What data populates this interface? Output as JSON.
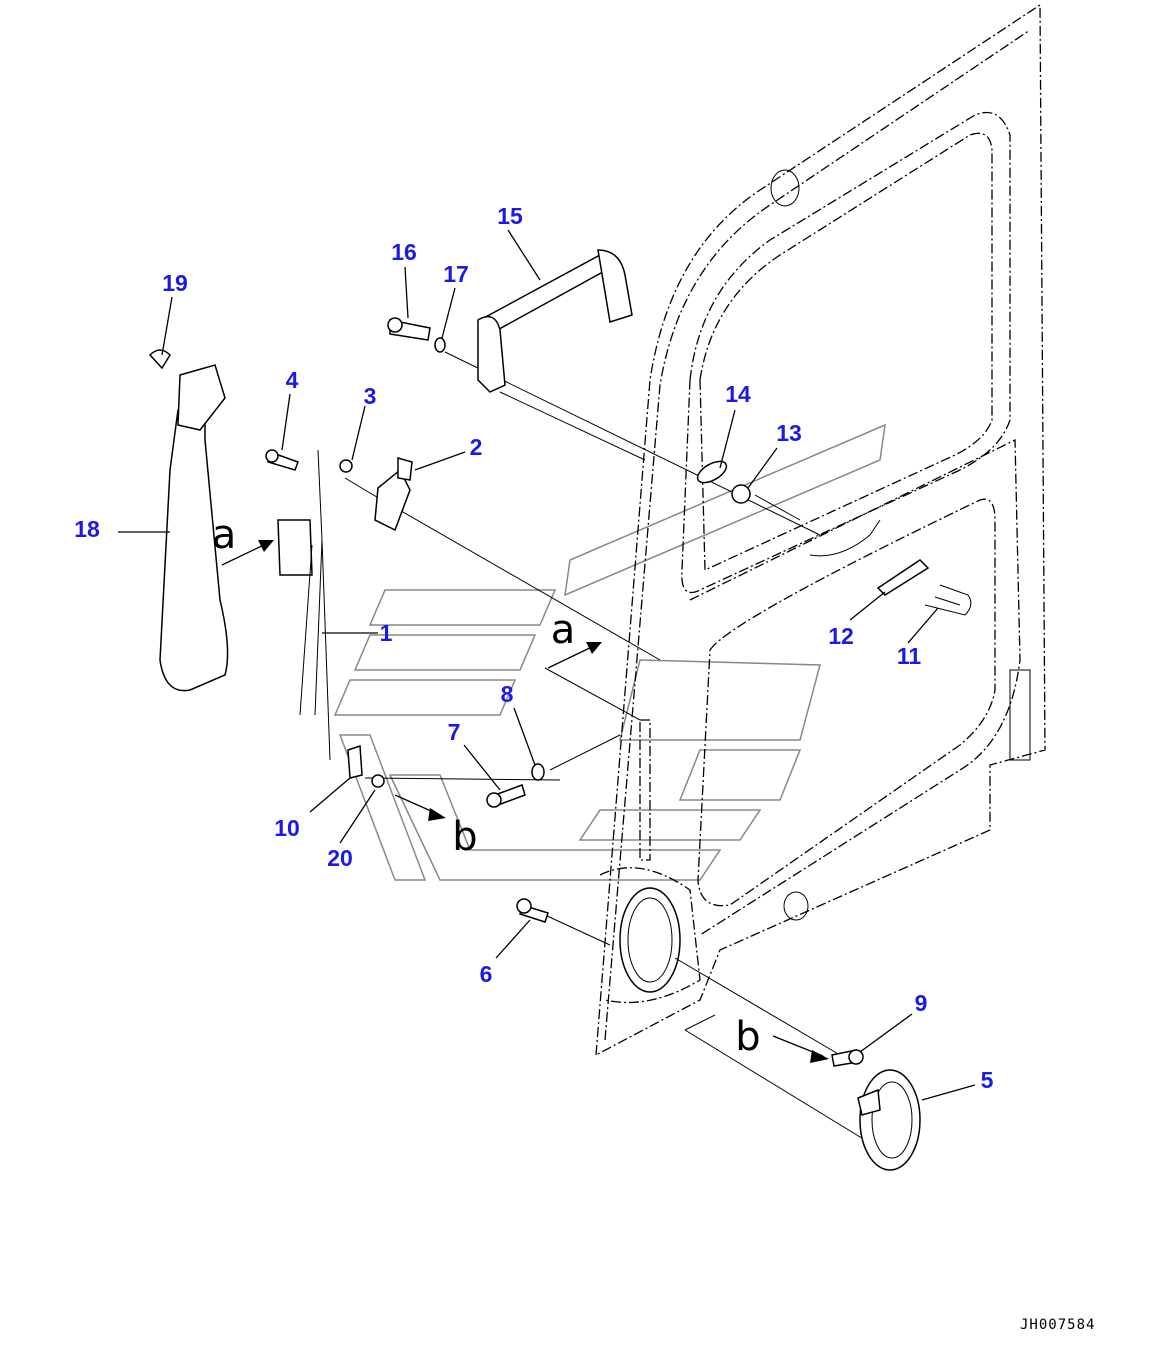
{
  "diagram": {
    "drawing_code": "JH007584",
    "callouts": [
      "1",
      "2",
      "3",
      "4",
      "5",
      "6",
      "7",
      "8",
      "9",
      "10",
      "11",
      "12",
      "13",
      "14",
      "15",
      "16",
      "17",
      "18",
      "19",
      "20"
    ],
    "view_refs": {
      "a": "a",
      "b": "b"
    },
    "accent_color": "#1a1ae6"
  }
}
